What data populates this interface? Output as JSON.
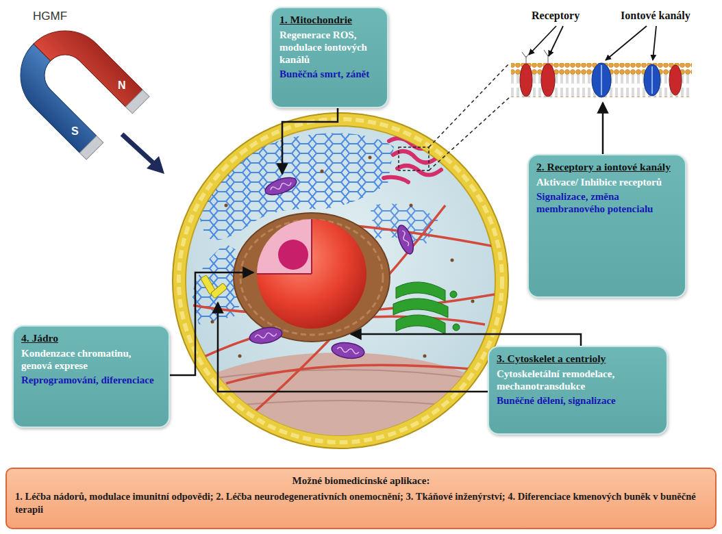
{
  "diagram": {
    "nodes": [
      {
        "text": [
          "1. Mitochondrie",
          "Regenerace ROS, modulace iontových kanálů",
          "Buněčná smrt, zánět"
        ]
      },
      {
        "text": [
          "2. Receptory a iontové kanály",
          "Aktivace/ Inhibice receptorů",
          "Signalizace, změna membranového potencialu"
        ]
      },
      {
        "text": [
          "4. Jádro",
          "Kondenzace chromatinu, genová exprese",
          "Reprogramování, diferenciace"
        ]
      },
      {
        "text": [
          "3. Cytoskelet a centrioly",
          "Cytoskeletální remodelace, mechanotransdukce",
          "Buněčné dělení, signalizace"
        ]
      },
      {
        "text": [
          "Možné biomedicínské aplikace:",
          "1. Léčba nádorů, modulace imunitní odpovědi; 2. Léčba neurodegenerativních onemocnění; 3. Tkáňové inženýrství; 4. Diferenciace kmenových buněk v buněčné terapii"
        ]
      }
    ],
    "labels": [
      "HGMF",
      "S",
      "N",
      "Receptory",
      "Iontové kanály"
    ]
  }
}
